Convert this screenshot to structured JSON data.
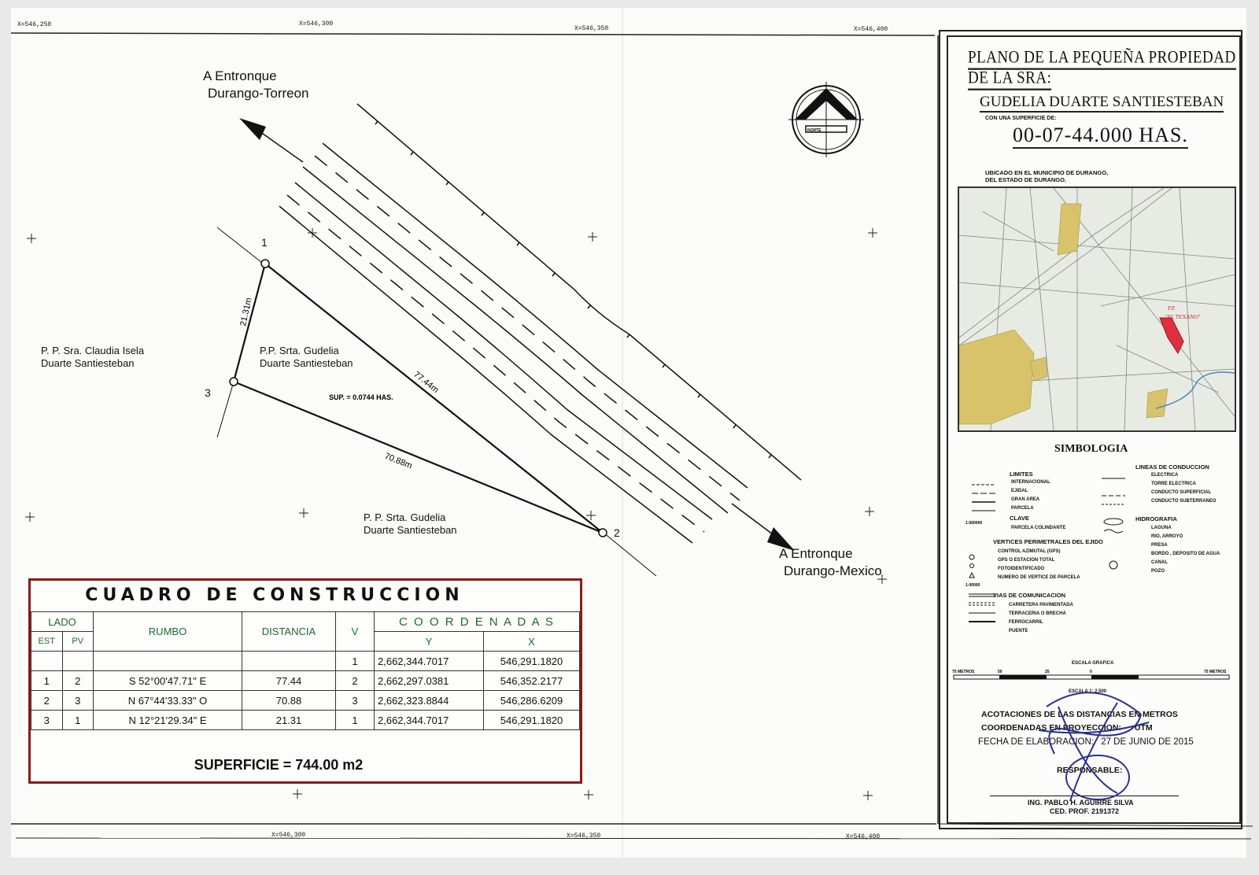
{
  "top_coords": [
    "X=546,250",
    "X=546,300",
    "X=546,350",
    "X=546,400"
  ],
  "bottom_coords": [
    "X=546,300",
    "X=546,350",
    "X=546,400"
  ],
  "directions": {
    "north": [
      "A Entronque",
      "Durango-Torreon"
    ],
    "south": [
      "A Entronque",
      "Durango-Mexico"
    ]
  },
  "north_label": "NORTE",
  "points": [
    "1",
    "2",
    "3"
  ],
  "parcels": {
    "west": [
      "P. P. Sra. Claudia Isela",
      "Duarte Santiesteban"
    ],
    "center": [
      "P.P. Srta. Gudelia",
      "Duarte Santiesteban"
    ],
    "south": [
      "P. P. Srta. Gudelia",
      "Duarte Santiesteban"
    ]
  },
  "dims": {
    "side_1_3": "21.31m",
    "side_1_2": "77.44m",
    "side_3_2": "70.88m"
  },
  "area_note": "SUP. = 0.0744 HAS.",
  "table": {
    "title": "CUADRO DE CONSTRUCCION",
    "headers": {
      "lado": "LADO",
      "est": "EST",
      "pv": "PV",
      "rumbo": "RUMBO",
      "distancia": "DISTANCIA",
      "v": "V",
      "coordenadas": "C O O R D E N A D A S",
      "y": "Y",
      "x": "X"
    },
    "rows": [
      {
        "est": "",
        "pv": "",
        "rumbo": "",
        "dist": "",
        "v": "1",
        "y": "2,662,344.7017",
        "x": "546,291.1820"
      },
      {
        "est": "1",
        "pv": "2",
        "rumbo": "S 52°00'47.71\" E",
        "dist": "77.44",
        "v": "2",
        "y": "2,662,297.0381",
        "x": "546,352.2177"
      },
      {
        "est": "2",
        "pv": "3",
        "rumbo": "N 67°44'33.33\" O",
        "dist": "70.88",
        "v": "3",
        "y": "2,662,323.8844",
        "x": "546,286.6209"
      },
      {
        "est": "3",
        "pv": "1",
        "rumbo": "N 12°21'29.34\" E",
        "dist": "21.31",
        "v": "1",
        "y": "2,662,344.7017",
        "x": "546,291.1820"
      }
    ],
    "superficie": "SUPERFICIE = 744.00 m2"
  },
  "title_block": {
    "line1": "PLANO DE LA PEQUEÑA PROPIEDAD",
    "line2": "DE LA SRA:",
    "owner": "GUDELIA DUARTE SANTIESTEBAN",
    "sup_label": "CON UNA SUPERFICIE DE:",
    "area": "00-07-44.000 HAS.",
    "loc1": "UBICADO EN EL MUNICIPIO DE DURANGO,",
    "loc2": "DEL ESTADO DE DURANGO.",
    "map_label1": "P.P.",
    "map_label2": "\"EL TEXANO\"",
    "simbologia": "SIMBOLOGIA",
    "limites_h": "LIMITES",
    "limites": [
      "INTERNACIONAL",
      "EJIDAL",
      "GRAN AREA",
      "PARCELA"
    ],
    "clave_h": "CLAVE",
    "clave": [
      "PARCELA COLINDANTE"
    ],
    "vertices_h": "VERTICES PERIMETRALES DEL EJIDO",
    "vertices": [
      "CONTROL AZIMUTAL (GPS)",
      "GPS O ESTACION TOTAL",
      "FOTOIDENTIFICADO",
      "NUMERO DE VERTICE DE PARCELA"
    ],
    "vias_h": "VIAS DE COMUNICACION",
    "vias": [
      "CARRETERA PAVIMENTADA",
      "TERRACERIA O BRECHA",
      "FERROCARRIL",
      "PUENTE"
    ],
    "lineas_h": "LINEAS DE CONDUCCION",
    "lineas": [
      "ELECTRICA",
      "TORRE ELECTRICA",
      "CONDUCTO SUPERFICIAL",
      "CONDUCTO SUBTERRANEO"
    ],
    "hidro_h": "HIDROGRAFIA",
    "hidro": [
      "LAGUNA",
      "RIO, ARROYO",
      "PRESA",
      "BORDO , DEPOSITO DE AGUA",
      "CANAL",
      "POZO"
    ],
    "escala_grafica": "ESCALA GRAFICA",
    "scale_ticks": [
      "75 METROS",
      "50",
      "25",
      "0",
      "75 METROS"
    ],
    "escala": "ESCALA 1: 2,500",
    "acot": "ACOTACIONES DE LAS DISTANCIAS EN METROS",
    "coord": "COORDENADAS EN PROYECCION:",
    "coord_val": "UTM",
    "fecha": "FECHA DE ELABORACION:",
    "fecha_val": "27 DE JUNIO DE 2015",
    "responsable": "RESPONSABLE:",
    "ing": "ING. PABLO H. AGUIRRE SILVA",
    "ced": "CED. PROF. 2191372"
  },
  "colors": {
    "table_border": "#8b1a1a",
    "map_parcel": "#e03040",
    "coord_header": "#1a6b2a"
  }
}
